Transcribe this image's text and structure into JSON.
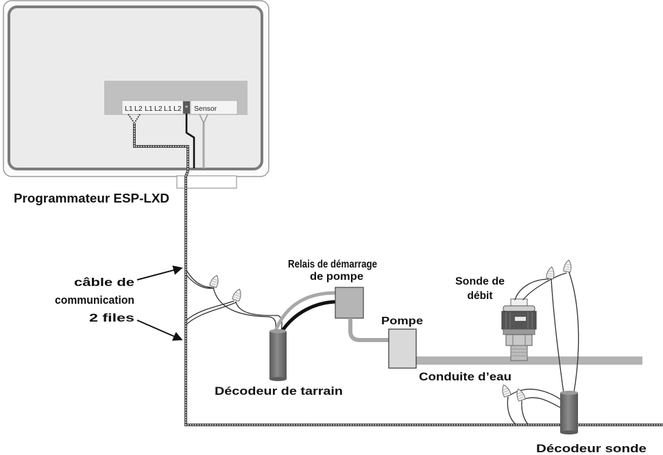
{
  "controller": {
    "terminals": [
      "L1",
      "L2",
      "L1",
      "L2",
      "L1",
      "L2"
    ],
    "sensor_label": "Sensor",
    "title": "Programmateur ESP-LXD"
  },
  "labels": {
    "cable": [
      "câble de",
      "communication",
      "2 files"
    ],
    "relay": [
      "Relais de démarrage",
      "de pompe"
    ],
    "pump": "Pompe",
    "flow_sensor": [
      "Sonde de",
      "débit"
    ],
    "field_decoder": "Décodeur de tarrain",
    "water_pipe": "Conduite d’eau",
    "sensor_decoder": "Décodeur sonde"
  }
}
